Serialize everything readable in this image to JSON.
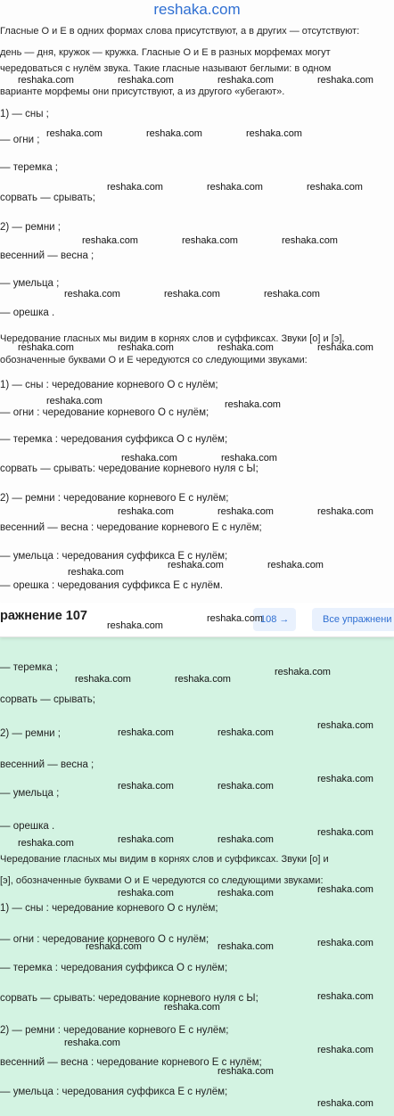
{
  "brand": "reshaka.com",
  "intro": [
    "Гласные О и Е в одних формах слова присутствуют, а в других — отсутствуют:",
    "день — дня, кружок — кружка. Гласные О и Е в разных морфемах могут",
    "чередоваться с нулём звука. Такие гласные называют беглыми: в одном",
    "варианте морфемы они присутствуют, а из другого «убегают»."
  ],
  "examples": [
    "1) — сны ;",
    "— огни ;",
    "— теремка ;",
    "сорвать — срывать;",
    "2) — ремни ;",
    "весенний — весна ;",
    "— умельца ;",
    "— орешка ."
  ],
  "para2": [
    "Чередование гласных мы видим в корнях слов и суффиксах. Звуки [о] и [э],",
    "обозначенные буквами О и Е чередуются со следующими звуками:"
  ],
  "explained": [
    "1) — сны : чередование корневого О с нулём;",
    "— огни : чередование корневого О с нулём;",
    "— теремка : чередования суффикса О с нулём;",
    "сорвать — срывать: чередование корневого нуля с Ы;",
    "2) — ремни : чередование корневого Е с нулём;",
    "весенний — весна : чередование корневого Е с нулём;",
    "— умельца : чередования суффикса Е с нулём;",
    "— орешка : чередования суффикса Е с нулём."
  ],
  "header": {
    "title": "ражнение 107",
    "next": "108 →",
    "all": "Все упражнени"
  },
  "lower_examples": [
    "— теремка ;",
    "сорвать — срывать;",
    "2) — ремни ;",
    "весенний — весна ;",
    "— умельца ;",
    "— орешка ."
  ],
  "lower_para": [
    "Чередование гласных мы видим в корнях слов и суффиксах. Звуки [о] и",
    "[э], обозначенные буквами О и Е чередуются со следующими звуками:"
  ],
  "lower_explained": [
    "1) — сны : чередование корневого О с нулём;",
    "— огни : чередование корневого О с нулём;",
    "— теремка : чередования суффикса О с нулём;",
    "сорвать — срывать: чередование корневого нуля с Ы;",
    "2) — ремни : чередование корневого Е с нулём;",
    "весенний — весна : чередование корневого Е с нулём;",
    "— умельца : чередования суффикса Е с нулём;"
  ],
  "watermark": "reshaka.com"
}
